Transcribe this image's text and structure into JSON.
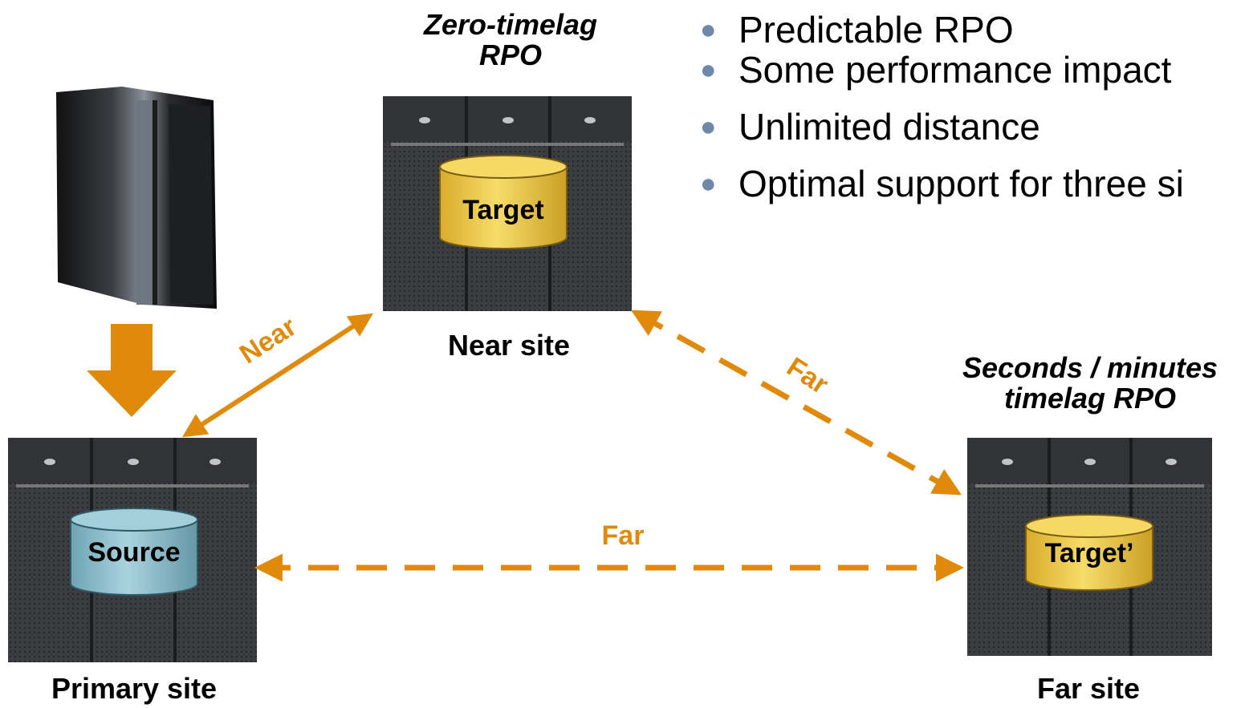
{
  "bullets": [
    "Predictable RPO",
    "Some performance impact",
    "Unlimited distance",
    "Optimal support for three si"
  ],
  "sites": {
    "primary": {
      "label": "Primary site",
      "volume": "Source"
    },
    "near": {
      "label": "Near site",
      "volume": "Target",
      "rpo_line1": "Zero-timelag",
      "rpo_line2": "RPO"
    },
    "far": {
      "label": "Far site",
      "volume": "Target’",
      "rpo_line1": "Seconds / minutes",
      "rpo_line2": "timelag RPO"
    }
  },
  "links": {
    "near": "Near",
    "far_diagonal": "Far",
    "far_horizontal": "Far"
  },
  "colors": {
    "arrow": "#e08a0b",
    "target_fill": "#f2cf55",
    "source_fill": "#8fc1cf",
    "bullet_dot": "#6f87a9",
    "cabinet": "#3a3b3e"
  }
}
